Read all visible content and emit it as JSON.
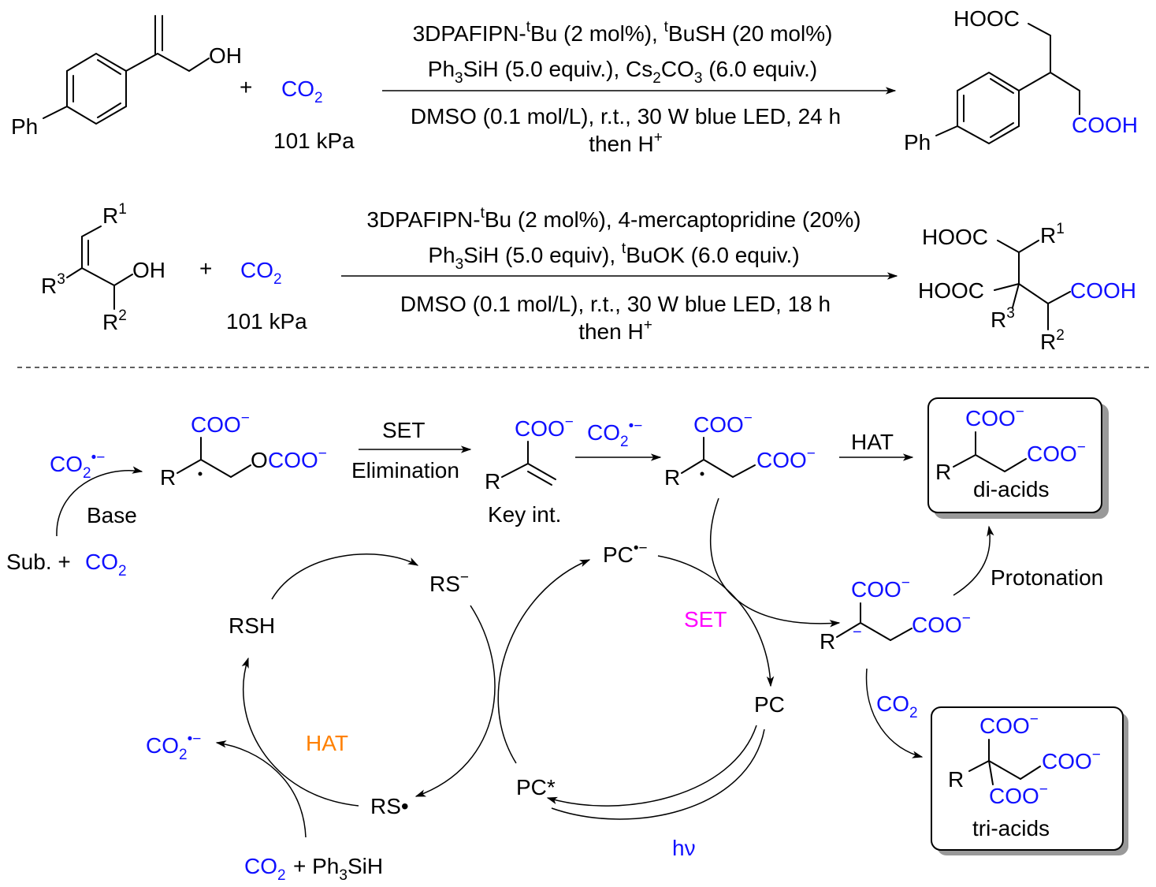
{
  "reaction1": {
    "reactant_ph": "Ph",
    "reactant_oh": "OH",
    "plus": "+",
    "co2": "CO{_2}",
    "pressure": "101 kPa",
    "cond_line1": "3DPAFIPN-{^t}Bu (2 mol%), {^t}BuSH (20 mol%)",
    "cond_line2": "Ph{_3}SiH (5.0 equiv.), Cs{_2}CO{_3} (6.0 equiv.)",
    "cond_line3": "DMSO (0.1 mol/L), r.t., 30 W blue LED, 24 h",
    "cond_line4": "then H{^+}",
    "product_hooc": "HOOC",
    "product_cooh": "COOH",
    "product_ph": "Ph"
  },
  "reaction2": {
    "r1": "R{^1}",
    "r2": "R{^2}",
    "r3": "R{^3}",
    "oh": "OH",
    "plus": "+",
    "co2": "CO{_2}",
    "pressure": "101 kPa",
    "cond_line1": "3DPAFIPN-{^t}Bu (2 mol%), 4-mercaptopridine (20%)",
    "cond_line2": "Ph{_3}SiH (5.0 equiv), {^t}BuOK (6.0 equiv.)",
    "cond_line3": "DMSO (0.1 mol/L), r.t., 30 W blue LED, 18 h",
    "cond_line4": "then H{^+}",
    "product_hooc1": "HOOC",
    "product_hooc2": "HOOC",
    "product_cooh": "COOH",
    "product_r1": "R{^1}",
    "product_r2": "R{^2}",
    "product_r3": "R{^3}"
  },
  "mechanism": {
    "co2_radical_anion": "CO{_2}{^•−}",
    "sub": "Sub. +",
    "sub_co2": "CO{_2}",
    "base": "Base",
    "int1_coo": "COO{^−}",
    "int1_o": "O",
    "int1_ocoo": "COO{^−}",
    "r": "R",
    "set_label": "SET",
    "elimination_label": "Elimination",
    "key_int_coo": "COO{^−}",
    "key_int_co2": "CO{_2}{^•−}",
    "key_int_label": "Key int.",
    "int3_coo1": "COO{^−}",
    "int3_coo2": "COO{^−}",
    "hat_top": "HAT",
    "diacid_coo1": "COO{^−}",
    "diacid_coo2": "COO{^−}",
    "diacid_label": "di-acids",
    "protonation": "Protonation",
    "anion_coo1": "COO{^−}",
    "anion_coo2": "COO{^−}",
    "anion_minus": "−",
    "co2_tri": "CO{_2}",
    "triacid_coo1": "COO{^−}",
    "triacid_coo2": "COO{^−}",
    "triacid_coo3": "COO{^−}",
    "triacid_label": "tri-acids",
    "rsh": "RSH",
    "rs_anion": "RS{^−}",
    "rs_radical": "RS•",
    "hat_cycle": "HAT",
    "co2_radical_left": "CO{_2}{^•−}",
    "co2_bottom": "CO{_2}",
    "ph3sih": "+ Ph{_3}SiH",
    "pc_radical_anion": "PC{^•−}",
    "set_cycle": "SET",
    "pc": "PC",
    "pc_excited": "PC*",
    "hv": "hν"
  },
  "colors": {
    "blue": "#1010ff",
    "magenta": "#ff00ff",
    "orange": "#ff8000"
  }
}
